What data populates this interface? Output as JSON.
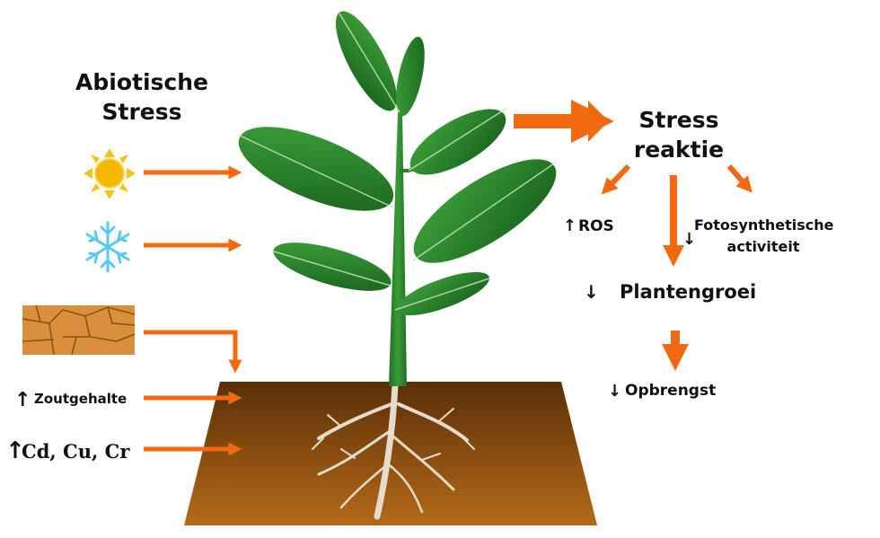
{
  "left": {
    "title_line1": "Abiotische",
    "title_line2": "Stress",
    "salt_arrow": "↑",
    "salt_label": "Zoutgehalte",
    "metals_arrow": "↑",
    "metals_label": "Cd, Cu, Cr",
    "icons": [
      "sun-icon",
      "snowflake-icon",
      "cracked-earth-icon"
    ]
  },
  "right": {
    "title_line1": "Stress",
    "title_line2": "reaktie",
    "ros_arrow": "↑",
    "ros_label": "ROS",
    "photo_arrow": "↓",
    "photo_line1": "Fotosynthetische",
    "photo_line2": "activiteit",
    "growth_arrow": "↓",
    "growth_label": "Plantengroei",
    "yield_arrow": "↓",
    "yield_label": "Opbrengst"
  },
  "colors": {
    "arrow": "#f26a10",
    "leaf": "#2e8b2e",
    "leaf_dark": "#1c6b22",
    "soil_top": "#5a2f08",
    "soil_bottom": "#b56a18",
    "sun": "#f7c21a",
    "snow": "#5ac8f0",
    "root": "#e6dccb"
  }
}
